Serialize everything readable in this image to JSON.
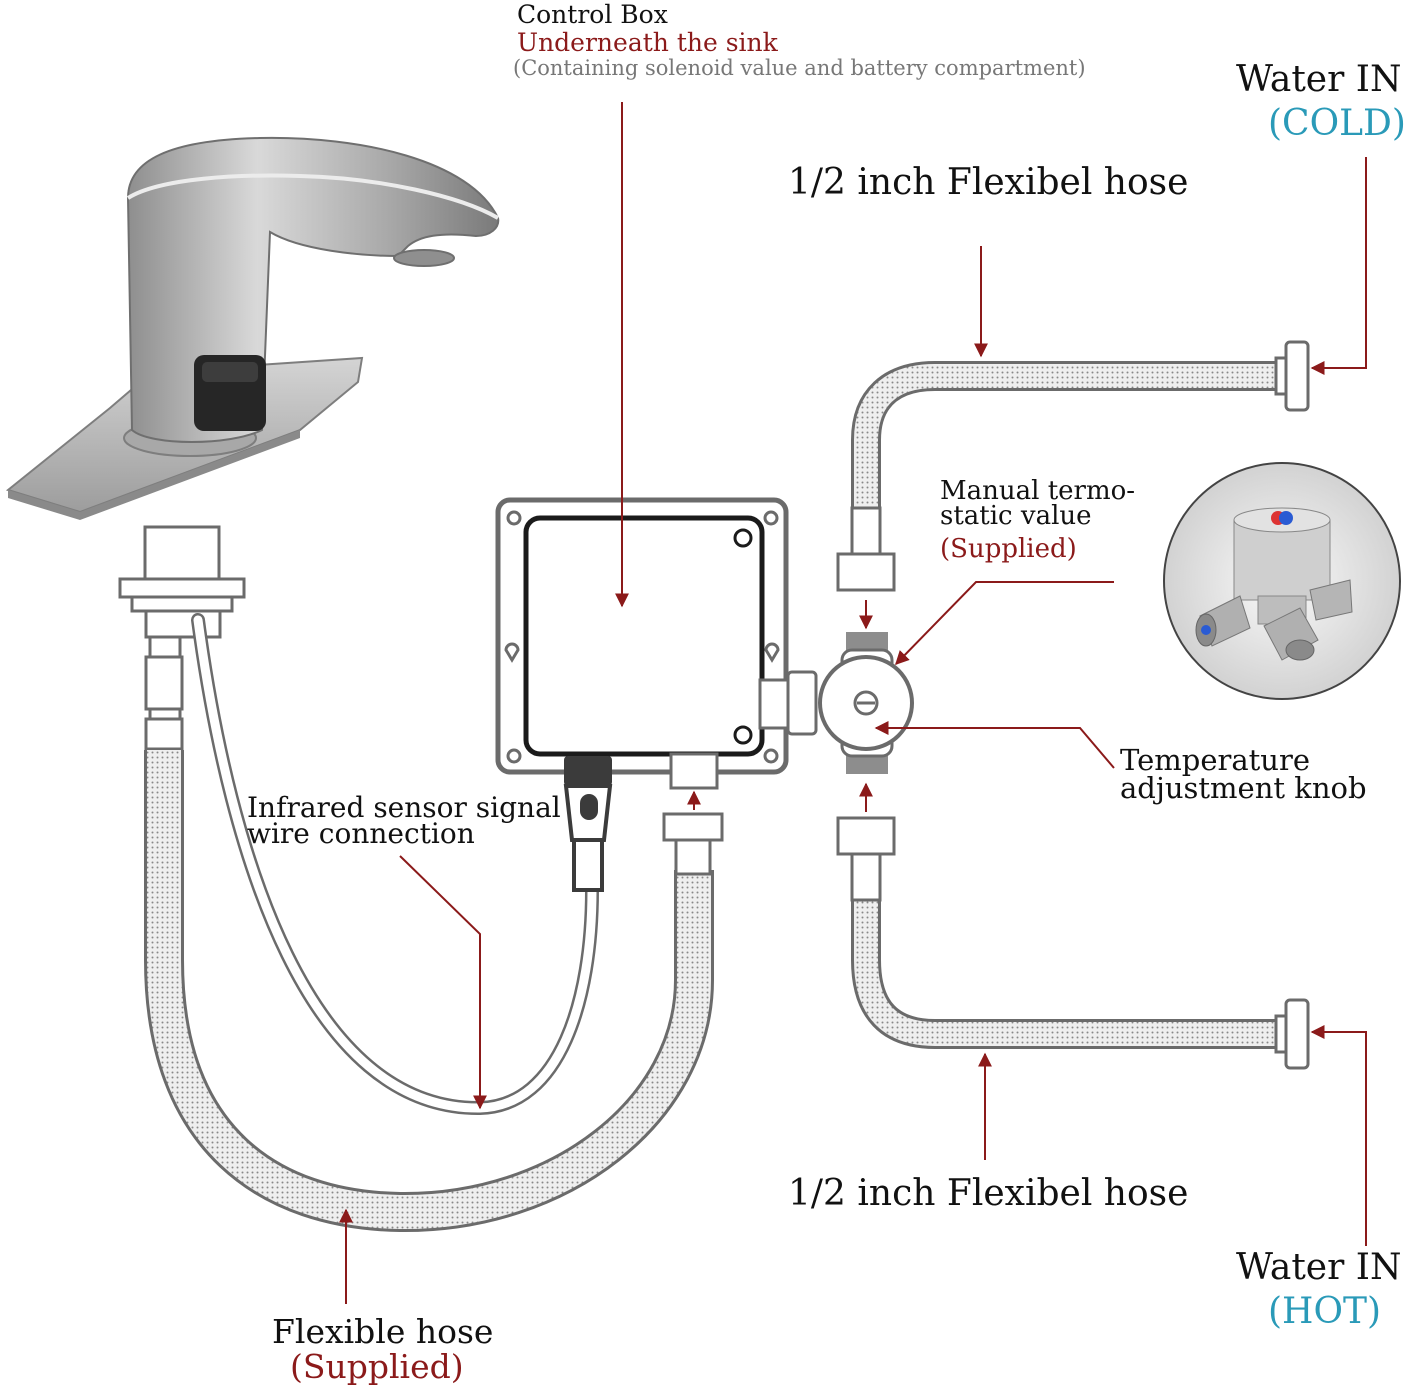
{
  "colors": {
    "line": "#8b1a1a",
    "outline": "#6b6b6b",
    "hose_fill": "#e9e9e9",
    "steel": "#b8b8b8",
    "cold": "#2a9ab8",
    "text": "#111111"
  },
  "labels": {
    "control_box": {
      "title": "Control Box",
      "location": "Underneath the sink",
      "note": "(Containing solenoid value and battery compartment)"
    },
    "water_in_cold": {
      "title": "Water IN",
      "sub": "(COLD)"
    },
    "water_in_hot": {
      "title": "Water IN",
      "sub": "(HOT)"
    },
    "hose_top": "1/2 inch Flexibel hose",
    "hose_bottom": "1/2 inch Flexibel hose",
    "thermostatic_valve": {
      "line1": "Manual termo-",
      "line2": "static value",
      "sub": "(Supplied)"
    },
    "temperature_knob": {
      "line1": "Temperature",
      "line2": "adjustment knob"
    },
    "sensor_wire": {
      "line1": "Infrared sensor signal",
      "line2": "wire connection"
    },
    "flexible_hose": {
      "title": "Flexible hose",
      "sub": "(Supplied)"
    }
  }
}
